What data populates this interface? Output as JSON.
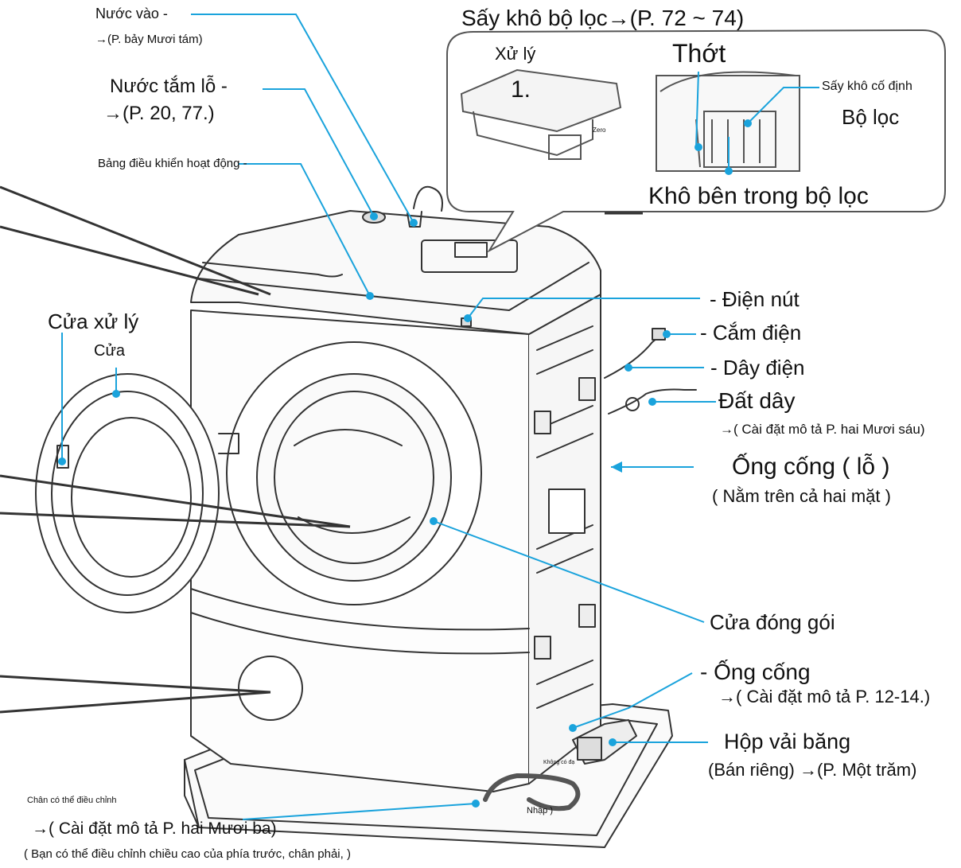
{
  "labels": {
    "water_inlet": "Nước vào -",
    "water_inlet_ref": "→(P. bảy Mươi tám)",
    "bath_water_hole": "Nước tắm lỗ -",
    "bath_water_hole_ref": "→(P. 20, 77.)",
    "control_panel": "Bảng điều khiển hoạt động -",
    "filter_dry_header": "Sấy khô bộ lọc→(P. 72 ~ 74)",
    "handle": "Xử lý",
    "handle_num": "1.",
    "slot": "Thớt",
    "fixed_dry": "Sấy khô cố định",
    "filter": "Bộ lọc",
    "dry_inside_filter": "Khô bên trong bộ lọc",
    "power_button": "- Điện nút",
    "power_plug": "- Cắm điện",
    "power_cord": "- Dây điện",
    "ground_wire": "Đất dây",
    "ground_wire_ref": "→( Cài đặt mô tả P. hai Mươi sáu)",
    "drain_hole": "Ống cống ( lỗ )",
    "drain_hole_note": "( Nằm trên cả hai mặt )",
    "door_handle": "Cửa xử lý",
    "door": "Cửa",
    "door_gasket": "Cửa đóng gói",
    "drain_hose": "- Ống cống",
    "drain_hose_ref": "→( Cài đặt mô tả P. 12-14.)",
    "tape_box": "Hộp vải băng",
    "tape_box_ref": "(Bán riêng) →(P. Một trăm)",
    "adjustable_foot": "Chân có thể điều chỉnh",
    "adjustable_foot_ref": "→( Cài đặt mô tả P. hai Mươi ba)",
    "adjustable_foot_note": "( Bạn có thể điều chỉnh chiều cao của phía trước, chân phải, )",
    "import": "Nhập )",
    "small_tag": "Không có đạ",
    "zero_mark": "Zero"
  },
  "colors": {
    "leader": "#1aa3dc",
    "outline": "#333333",
    "text": "#111111"
  }
}
